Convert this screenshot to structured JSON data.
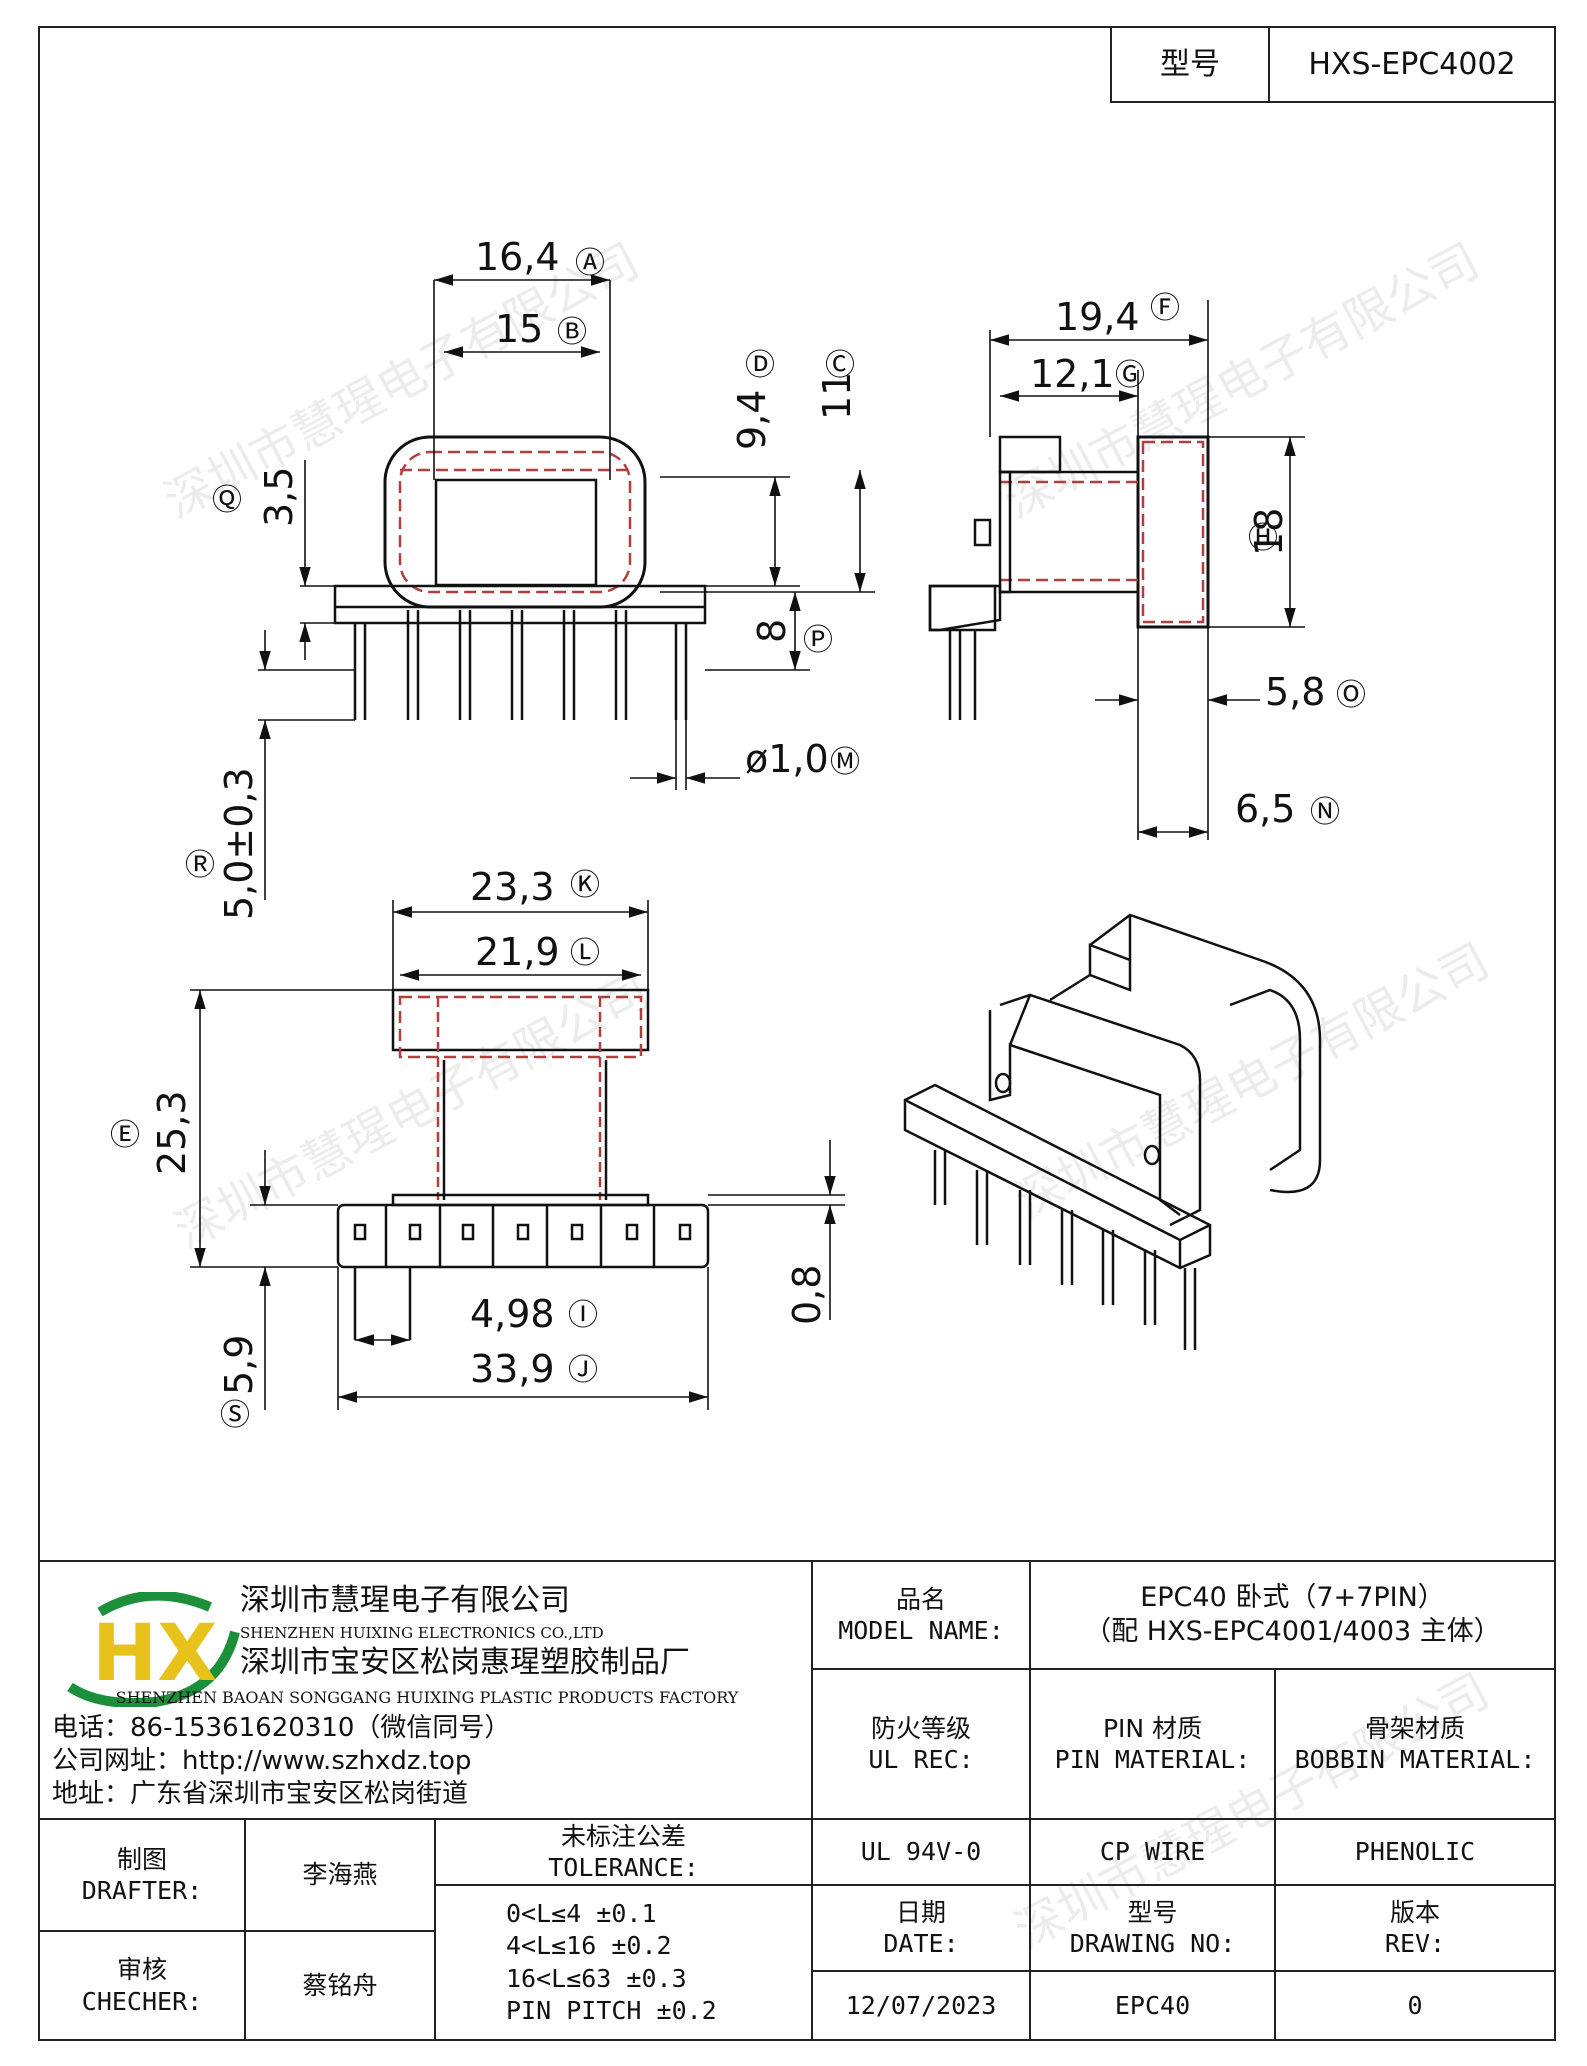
{
  "header": {
    "model_label": "型号",
    "model_value": "HXS-EPC4002"
  },
  "watermark": "深圳市慧瑆电子有限公司",
  "dimensions": {
    "A": "16,4",
    "B": "15",
    "C": "11",
    "D": "9,4",
    "E": "25,3",
    "F": "19,4",
    "G": "12,1",
    "H": "18",
    "I": "4,98",
    "J": "33,9",
    "K": "23,3",
    "L": "21,9",
    "M": "ø1,0",
    "N": "6,5",
    "O": "5,8",
    "P": "8",
    "Q": "3,5",
    "R": "5,0±0,3",
    "S": "5,9",
    "T": "0,8"
  },
  "company": {
    "logo_text": "HX",
    "name_cn": "深圳市慧瑆电子有限公司",
    "name_en": "SHENZHEN HUIXING ELECTRONICS CO.,LTD",
    "factory_cn": "深圳市宝安区松岗惠瑆塑胶制品厂",
    "factory_en": "SHENZHEN BAOAN SONGGANG HUIXING PLASTIC PRODUCTS FACTORY",
    "phone": "电话：86-15361620310（微信同号）",
    "website": "公司网址：http://www.szhxdz.top",
    "address": "地址：广东省深圳市宝安区松岗街道"
  },
  "title_block": {
    "model_name_label_cn": "品名",
    "model_name_label_en": "MODEL NAME:",
    "model_name_value_1": "EPC40 卧式（7+7PIN）",
    "model_name_value_2": "（配 HXS-EPC4001/4003 主体）",
    "fire_label_cn": "防火等级",
    "fire_label_en": "UL REC:",
    "pin_label_cn": "PIN 材质",
    "pin_label_en": "PIN MATERIAL:",
    "bobbin_label_cn": "骨架材质",
    "bobbin_label_en": "BOBBIN MATERIAL:",
    "fire_value": "UL 94V-0",
    "pin_value": "CP WIRE",
    "bobbin_value": "PHENOLIC",
    "drafter_cn": "制图",
    "drafter_en": "DRAFTER:",
    "drafter_name": "李海燕",
    "checker_cn": "审核",
    "checker_en": "CHECHER:",
    "checker_name": "蔡铭舟",
    "tolerance_cn": "未标注公差",
    "tolerance_en": "TOLERANCE:",
    "tolerance_lines": [
      "0<L≤4  ±0.1",
      "4<L≤16 ±0.2",
      "16<L≤63 ±0.3",
      "PIN PITCH ±0.2"
    ],
    "date_cn": "日期",
    "date_en": "DATE:",
    "date_value": "12/07/2023",
    "drawing_no_cn": "型号",
    "drawing_no_en": "DRAWING NO:",
    "drawing_no_value": "EPC40",
    "rev_cn": "版本",
    "rev_en": "REV:",
    "rev_value": "0"
  }
}
